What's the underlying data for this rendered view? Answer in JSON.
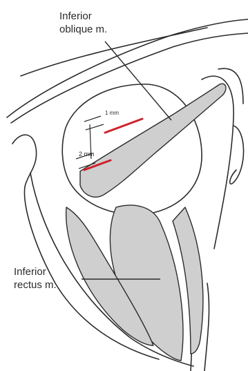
{
  "labels": {
    "inferior_oblique_line1": "Inferior",
    "inferior_oblique_line2": "oblique m.",
    "inferior_rectus_line1": "Inferior",
    "inferior_rectus_line2": "rectus m."
  },
  "measurements": {
    "upper": "1 mm",
    "lower": "2 mm"
  },
  "colors": {
    "line": "#2a2a2a",
    "muscle_fill": "#cfcfcf",
    "incision": "#d0202a"
  }
}
